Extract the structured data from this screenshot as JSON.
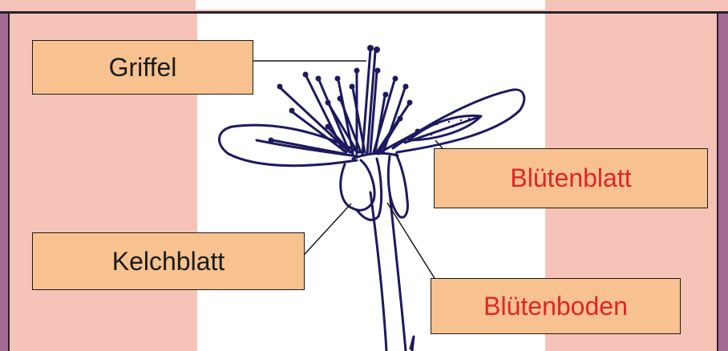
{
  "labels": {
    "griffel": "Griffel",
    "bluetenblatt": "Blütenblatt",
    "kelchblatt": "Kelchblatt",
    "bluetenboden": "Blütenboden"
  },
  "colors": {
    "background": "#f6c3b8",
    "outer_border": "#a06a93",
    "label_fill": "#f7c28f",
    "label_text": "#1a1a1a",
    "label_text_highlight": "#e0242a",
    "drawing_ink": "#1c1a5e"
  }
}
